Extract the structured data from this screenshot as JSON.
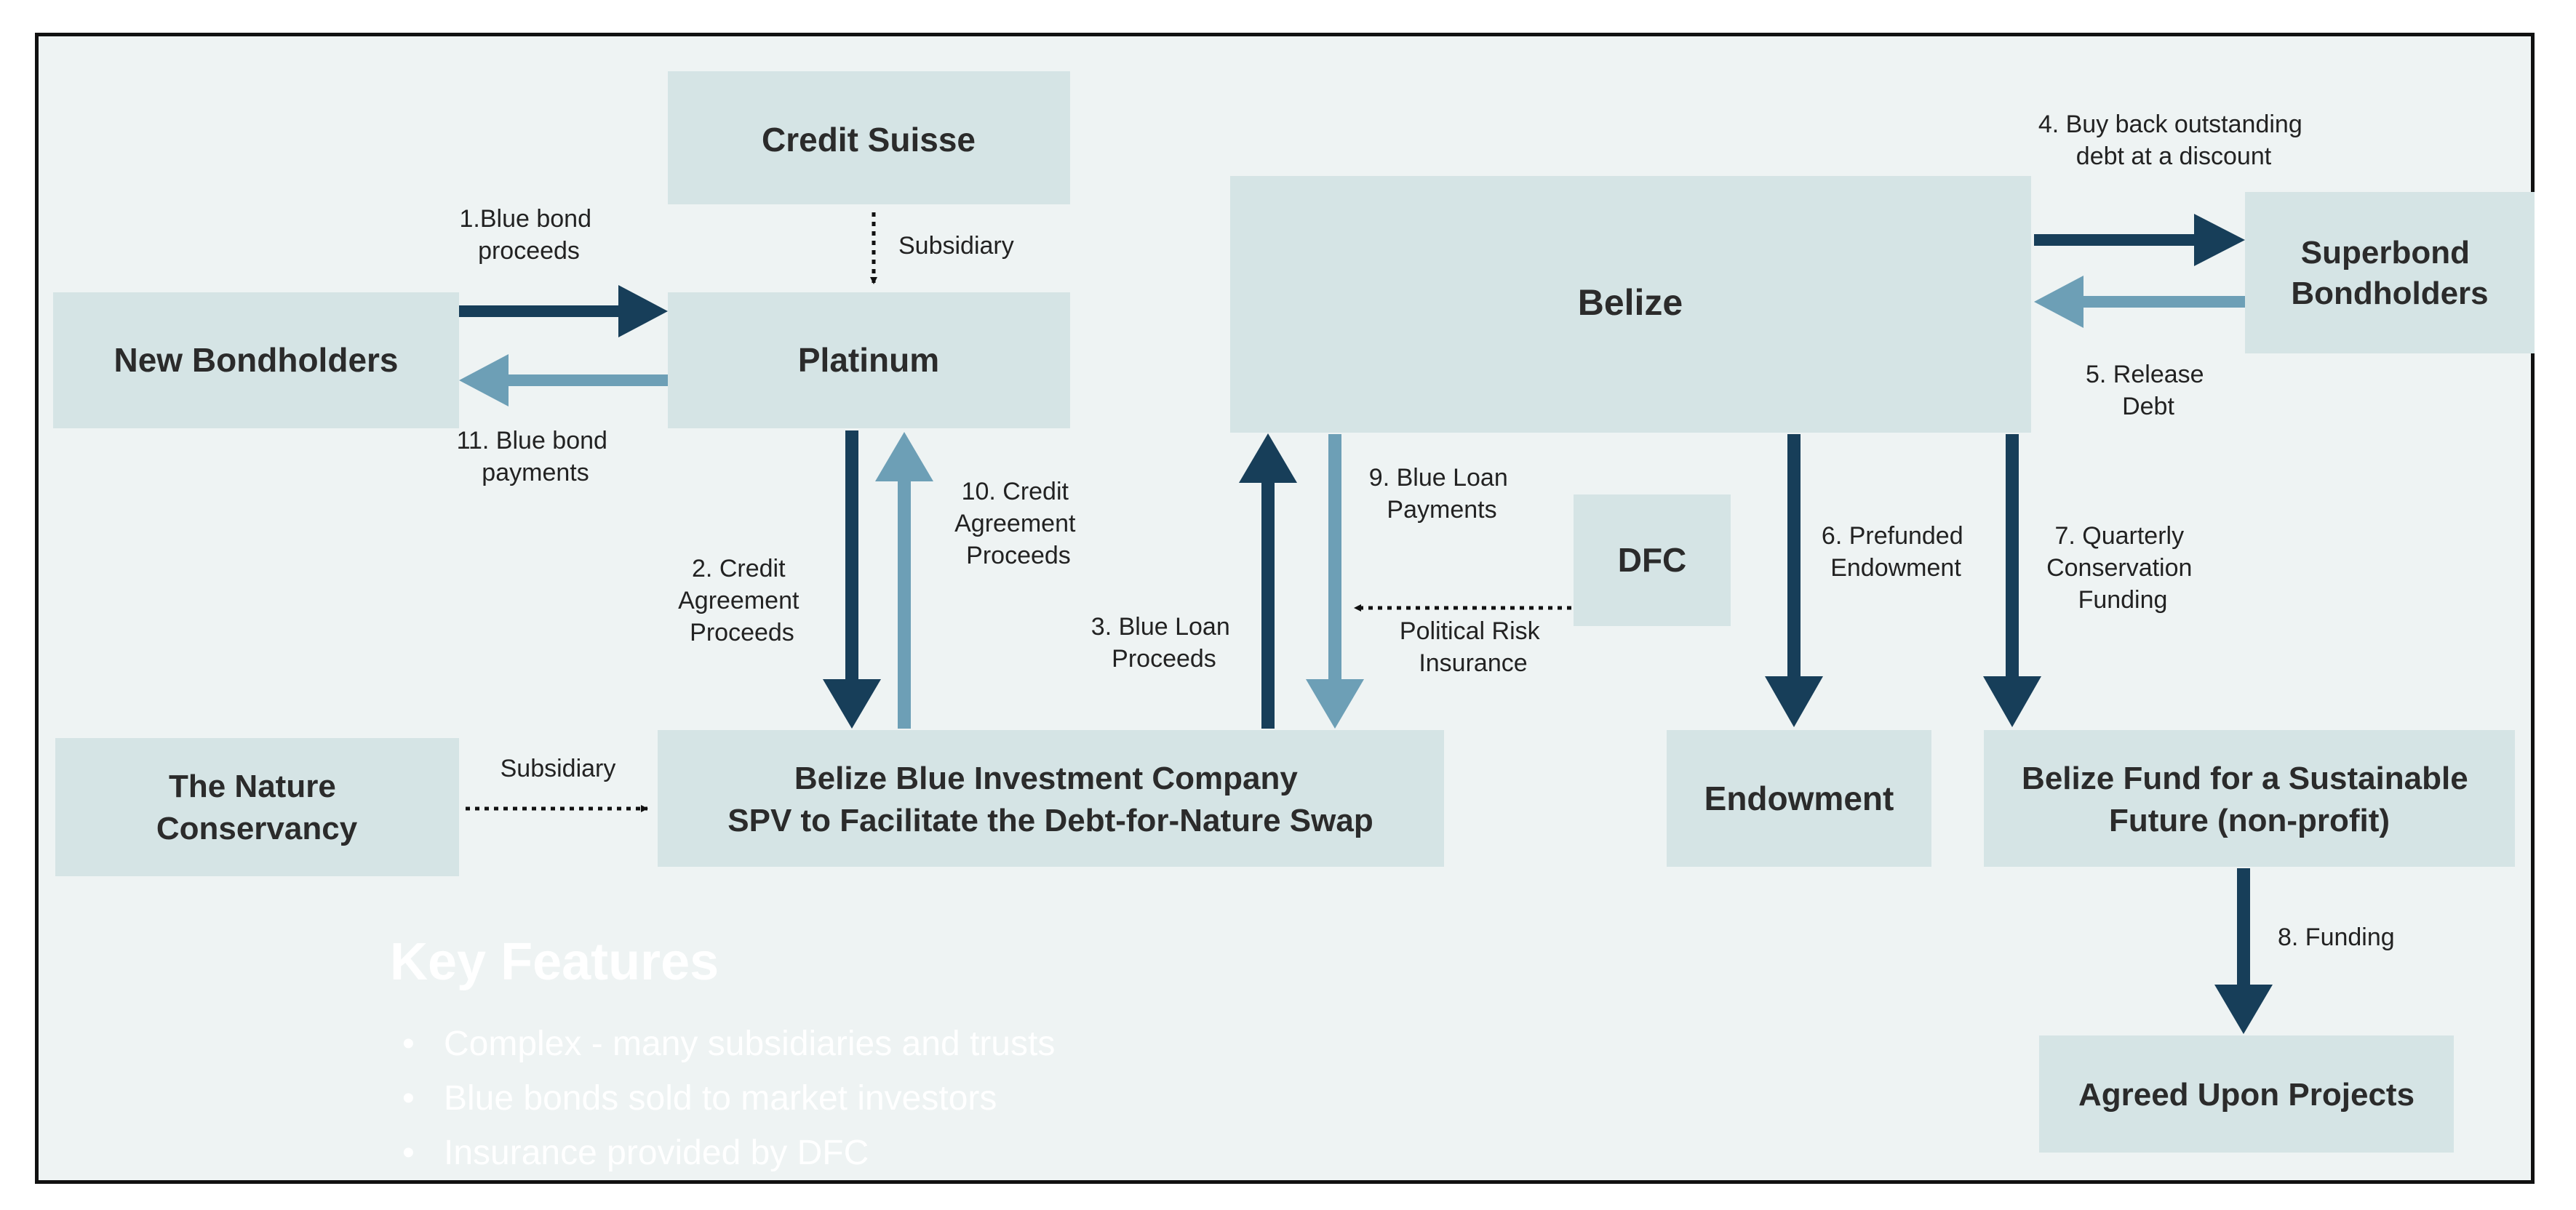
{
  "colors": {
    "background": "#eef3f3",
    "box": "#d5e4e5",
    "arrow_dark": "#173e59",
    "arrow_light": "#6d9fb6",
    "text": "#2b2b2b",
    "overlay_text": "#ffffff"
  },
  "nodes": {
    "credit_suisse": "Credit Suisse",
    "new_bondholders": "New Bondholders",
    "platinum": "Platinum",
    "belize": "Belize",
    "superbond_bondholders": [
      "Superbond",
      "Bondholders"
    ],
    "dfc": "DFC",
    "nature_conservancy": [
      "The Nature",
      "Conservancy"
    ],
    "bbic": [
      "Belize Blue Investment Company",
      "SPV to Facilitate the Debt-for-Nature Swap"
    ],
    "endowment": "Endowment",
    "bfsf": [
      "Belize Fund for a Sustainable",
      "Future (non-profit)"
    ],
    "agreed_projects": "Agreed Upon Projects"
  },
  "edges": {
    "e1": [
      "1.Blue bond",
      "proceeds"
    ],
    "e2": [
      "2. Credit",
      "Agreement",
      "Proceeds"
    ],
    "e3": [
      "3. Blue Loan",
      "Proceeds"
    ],
    "e4": [
      "4. Buy back outstanding",
      "debt at a discount"
    ],
    "e5": [
      "5. Release",
      "Debt"
    ],
    "e6": [
      "6. Prefunded",
      "Endowment"
    ],
    "e7": [
      "7. Quarterly",
      "Conservation",
      "Funding"
    ],
    "e8": "8. Funding",
    "e9": [
      "9. Blue Loan",
      "Payments"
    ],
    "e10": [
      "10. Credit",
      "Agreement",
      "Proceeds"
    ],
    "e11": [
      "11. Blue bond",
      "payments"
    ],
    "subsidiary_cs": "Subsidiary",
    "subsidiary_tnc": "Subsidiary",
    "political_risk": [
      "Political Risk",
      "Insurance"
    ]
  },
  "key_features": {
    "title": "Key Features",
    "items": [
      "Complex - many subsidiaries and trusts",
      "Blue bonds sold to market investors",
      "Insurance provided by DFC"
    ]
  }
}
